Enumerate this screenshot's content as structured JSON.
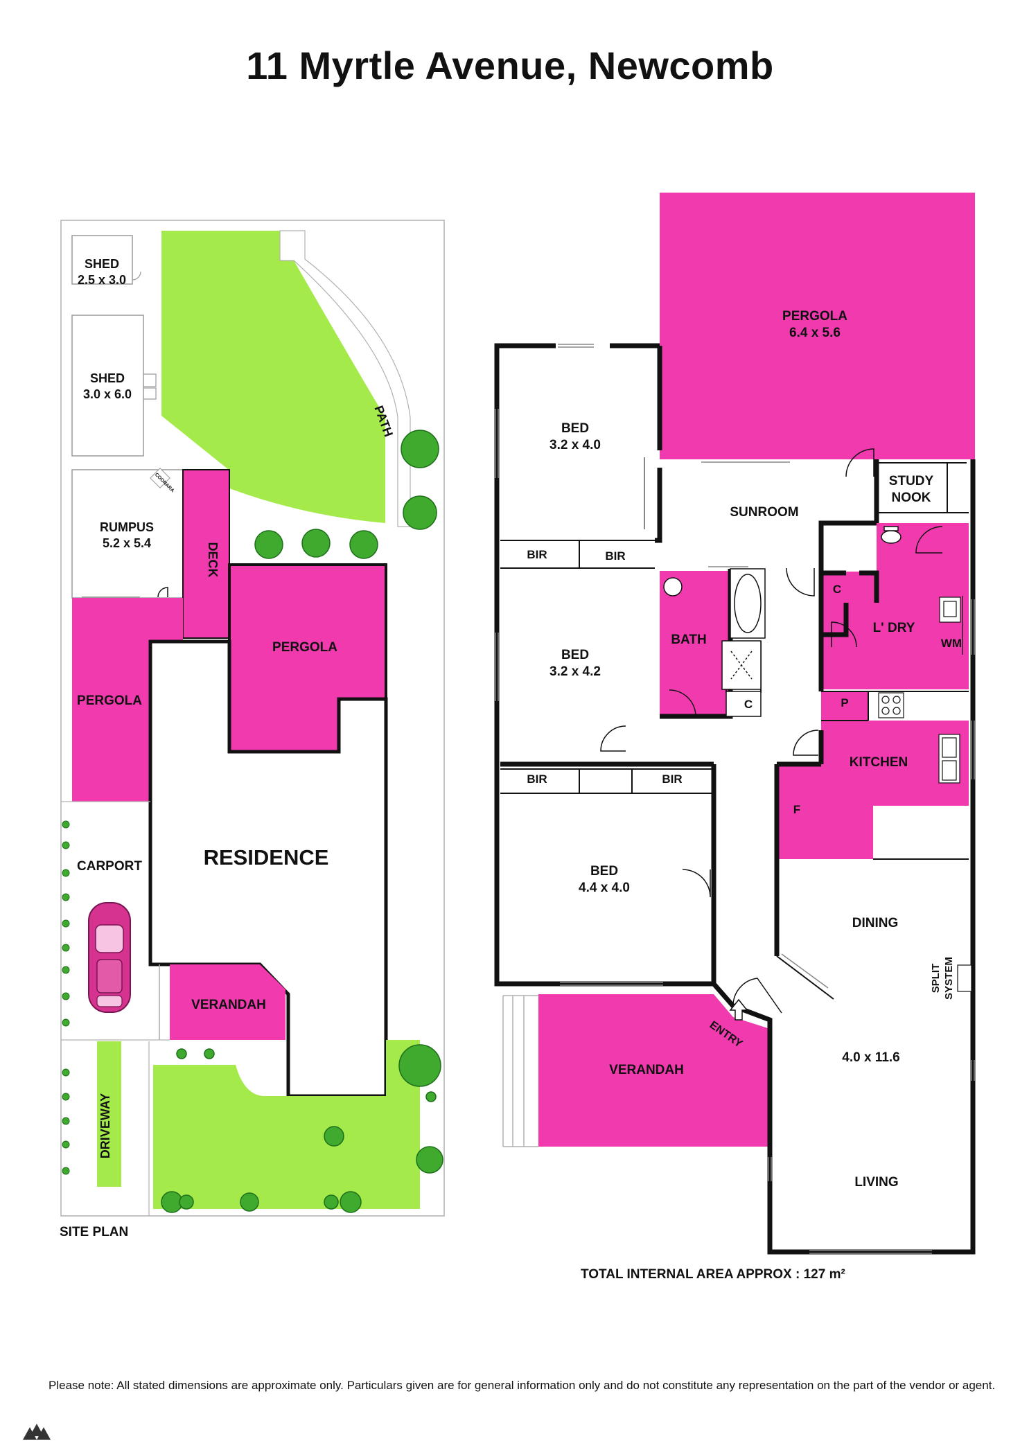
{
  "header": {
    "title": "11 Myrtle Avenue, Newcomb"
  },
  "colors": {
    "pink": "#F03AAE",
    "green": "#A5EA4B",
    "wall": "#111111",
    "tree": "#3FAA2E"
  },
  "site_plan": {
    "label": "SITE PLAN",
    "shed1": {
      "name": "SHED",
      "size": "2.5 x 3.0"
    },
    "shed2": {
      "name": "SHED",
      "size": "3.0 x 6.0"
    },
    "rumpus": {
      "name": "RUMPUS",
      "size": "5.2 x 5.4"
    },
    "coonara": "COONARA",
    "deck": "DECK",
    "path": "PATH",
    "pergola_left": "PERGOLA",
    "pergola_right": "PERGOLA",
    "carport": "CARPORT",
    "residence": "RESIDENCE",
    "verandah": "VERANDAH",
    "driveway": "DRIVEWAY"
  },
  "floor_plan": {
    "pergola": {
      "name": "PERGOLA",
      "size": "6.4 x 5.6"
    },
    "bed1": {
      "name": "BED",
      "size": "3.2 x 4.0"
    },
    "sunroom": "SUNROOM",
    "study_nook": {
      "line1": "STUDY",
      "line2": "NOOK"
    },
    "bir_a": "BIR",
    "bir_b": "BIR",
    "bed2": {
      "name": "BED",
      "size": "3.2 x 4.2"
    },
    "bath": "BATH",
    "bath_c": "C",
    "laundry_c": "C",
    "laundry": "L' DRY",
    "wm": "WM",
    "pantry": "P",
    "kitchen": "KITCHEN",
    "fridge": "F",
    "bir_c": "BIR",
    "bir_d": "BIR",
    "bed3": {
      "name": "BED",
      "size": "4.4 x 4.0"
    },
    "dining": "DINING",
    "split_system": {
      "line1": "SPLIT",
      "line2": "SYSTEM"
    },
    "entry": "ENTRY",
    "verandah": "VERANDAH",
    "living_size": "4.0 x 11.6",
    "living": "LIVING"
  },
  "footer": {
    "total_area": "TOTAL INTERNAL AREA APPROX : 127 m²",
    "disclaimer": "Please note: All stated dimensions are approximate only. Particulars given are for general information only and do not constitute any representation on the part of the vendor or agent."
  }
}
